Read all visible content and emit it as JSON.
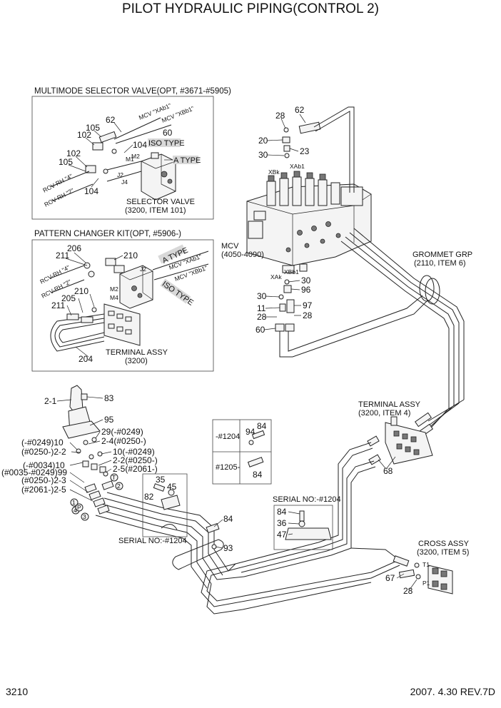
{
  "title": "PILOT HYDRAULIC PIPING(CONTROL 2)",
  "footer": {
    "page": "3210",
    "date_rev": "2007. 4.30  REV.7D"
  },
  "inset_multimode": {
    "header": "MULTIMODE SELECTOR VALVE(OPT, #3671-#5905)",
    "iso_type": "ISO TYPE",
    "a_type": "A TYPE",
    "valve_label_1": "SELECTOR VALVE",
    "valve_label_2": "(3200, ITEM 101)",
    "hose_1": "MCV \"XAb1\"",
    "hose_2": "MCV \"XBb1\"",
    "rcv_1": "RCV-RH \"4\"",
    "rcv_2": "RCV-RH \"2\"",
    "port_m1": "M1",
    "port_m2": "M2",
    "port_j2": "J2",
    "port_j4": "J4",
    "numbers": {
      "n62": "62",
      "n105a": "105",
      "n102a": "102",
      "n60": "60",
      "n104a": "104",
      "n102b": "102",
      "n105b": "105",
      "n104b": "104"
    }
  },
  "inset_pattern": {
    "header": "PATTERN CHANGER KIT(OPT, #5906-)",
    "a_type": "A TYPE",
    "iso_type": "ISO TYPE",
    "hose_1": "MCV \"XAb1\"",
    "hose_2": "MCV \"XBb1\"",
    "rcv_1": "RCV-RH \"4\"",
    "rcv_2": "RCV-RH \"2\"",
    "terminal_1": "TERMINAL ASSY",
    "terminal_2": "(3200)",
    "port_j2": "J2",
    "port_m2": "M2",
    "port_m4": "M4",
    "numbers": {
      "n206": "206",
      "n211a": "211",
      "n210a": "210",
      "n205": "205",
      "n210b": "210",
      "n211b": "211",
      "n204": "204"
    }
  },
  "mcv": {
    "label_1": "MCV",
    "label_2": "(4050-4090)",
    "port_xbk": "XBk",
    "port_xab1": "XAb1",
    "port_xak": "XAk",
    "port_xbb1": "XBb1",
    "numbers": {
      "n28a": "28",
      "n62": "62",
      "n20": "20",
      "n30a": "30",
      "n23": "23",
      "n30b": "30",
      "n30c": "30",
      "n96": "96",
      "n11": "11",
      "n97": "97",
      "n28b": "28",
      "n28c": "28",
      "n60": "60"
    }
  },
  "grommet": {
    "label_1": "GROMMET GRP",
    "label_2": "(2110, ITEM 6)"
  },
  "terminal_main": {
    "label_1": "TERMINAL ASSY",
    "label_2": "(3200, ITEM 4)",
    "n68": "68"
  },
  "cross_assy": {
    "label_1": "CROSS ASSY",
    "label_2": "(3200, ITEM 5)",
    "port_t1": "T1",
    "port_p1": "P1",
    "n67": "67",
    "n28": "28"
  },
  "rcv": {
    "numbers": {
      "n2_1": "2-1",
      "n83": "83",
      "n95": "95"
    },
    "callouts": {
      "c29": "29(-#0249)",
      "c2_4": "2-4(#0250-)",
      "c10a_l": "(-#0249)10",
      "c2_2l": "(#0250-)2-2",
      "c10b_r": "10(-#0249)",
      "c2_2r": "2-2(#0250-)",
      "c10c_l": "(-#0034)10",
      "c2_5r": "2-5(#2061-)",
      "c99": "(#0035-#0249)99",
      "c2_3": "(#0250-)2-3",
      "c2_5l": "(#2061-)2-5"
    },
    "ports": {
      "p1": "1",
      "p2": "2",
      "p3": "3",
      "p4": "4",
      "pP": "P",
      "pT": "T"
    }
  },
  "serial_left": {
    "label": "SERIAL NO:-#1204",
    "n35": "35",
    "n45": "45",
    "n82": "82"
  },
  "clamp": {
    "n84": "84",
    "n93": "93"
  },
  "bolt_table": {
    "row1": "-#1204",
    "row2": "#1205-",
    "n94": "94",
    "n84a": "84",
    "n84b": "84"
  },
  "serial_right": {
    "label": "SERIAL NO:-#1204",
    "n84": "84",
    "n36": "36",
    "n47": "47"
  }
}
